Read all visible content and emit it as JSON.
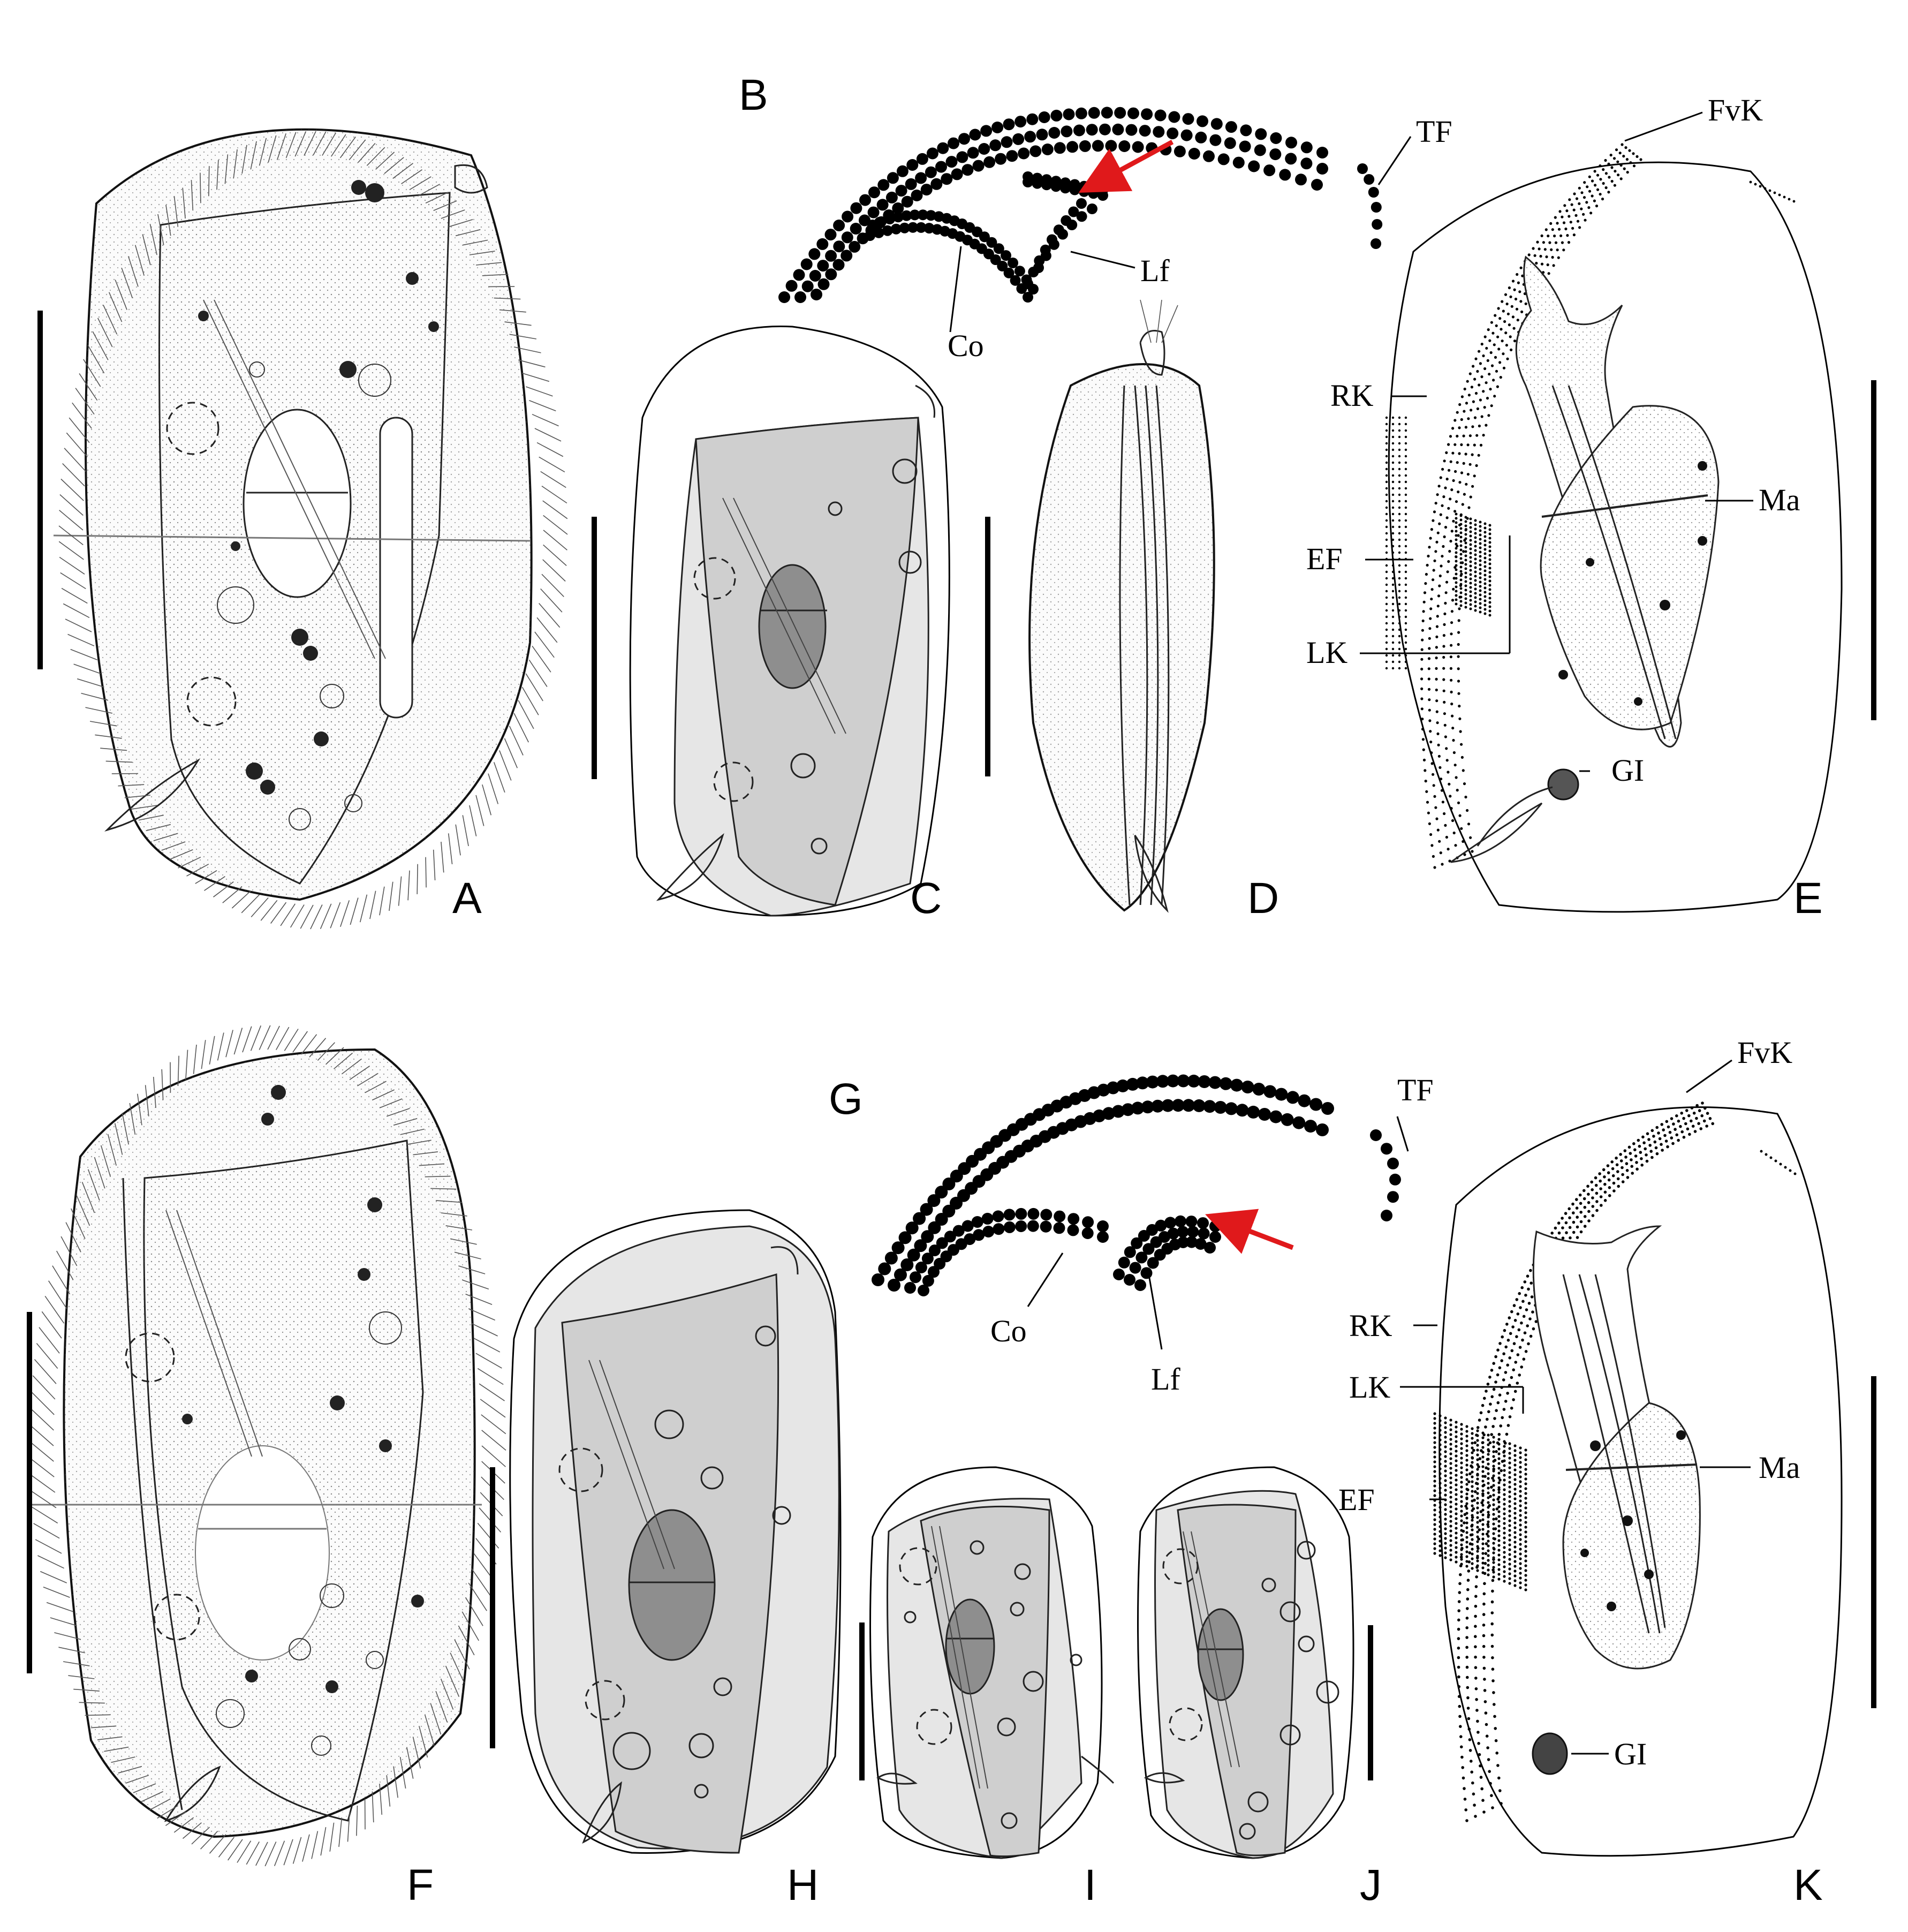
{
  "panels": {
    "A": {
      "label": "A"
    },
    "B": {
      "label": "B",
      "annotations": {
        "tf": "TF",
        "lf": "Lf",
        "co": "Co"
      }
    },
    "C": {
      "label": "C"
    },
    "D": {
      "label": "D"
    },
    "E": {
      "label": "E",
      "annotations": {
        "fvk": "FvK",
        "rk": "RK",
        "ef": "EF",
        "lk": "LK",
        "ma": "Ma",
        "gi": "GI"
      }
    },
    "F": {
      "label": "F"
    },
    "G": {
      "label": "G",
      "annotations": {
        "tf": "TF",
        "lf": "Lf",
        "co": "Co"
      }
    },
    "H": {
      "label": "H"
    },
    "I": {
      "label": "I"
    },
    "J": {
      "label": "J"
    },
    "K": {
      "label": "K",
      "annotations": {
        "fvk": "FvK",
        "rk": "RK",
        "lk": "LK",
        "ef": "EF",
        "ma": "Ma",
        "gi": "GI"
      }
    }
  },
  "colors": {
    "arrow": "#e0191b",
    "ink": "#000000",
    "shade_light": "#e6e6e6",
    "shade_mid": "#cfcfcf",
    "shade_dark": "#8e8e8e"
  }
}
